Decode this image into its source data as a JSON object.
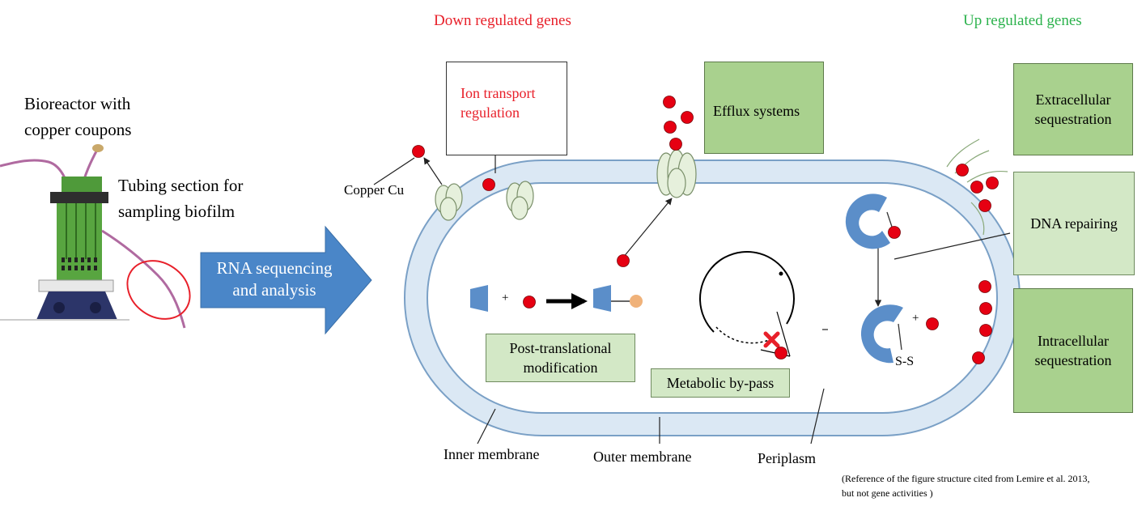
{
  "headers": {
    "down": "Down regulated genes",
    "up": "Up regulated genes"
  },
  "setup": {
    "bioreactor": [
      "Bioreactor with",
      "copper coupons"
    ],
    "tubing": [
      "Tubing section for",
      "sampling biofilm"
    ]
  },
  "process_arrow": [
    "RNA sequencing",
    "and analysis"
  ],
  "labels": {
    "copper": "Copper Cu",
    "inner_membrane": "Inner membrane",
    "outer_membrane": "Outer membrane",
    "periplasm": "Periplasm",
    "disulfide": "S-S",
    "plus": "+"
  },
  "down_boxes": {
    "ion_transport": [
      "Ion transport",
      "regulation"
    ]
  },
  "up_boxes": {
    "efflux": "Efflux systems",
    "extracellular": [
      "Extracellular",
      "sequestration"
    ],
    "dna_repair": "DNA repairing",
    "intracellular": [
      "Intracellular",
      "sequestration"
    ]
  },
  "inner_boxes": {
    "post_translational": [
      "Post-translational",
      "modification"
    ],
    "metabolic": "Metabolic by-pass"
  },
  "reference": [
    "(Reference of the figure structure cited from Lemire et al. 2013,",
    "but not gene activities )"
  ],
  "colors": {
    "down_text": "#e8202a",
    "up_text": "#2bb24c",
    "copper_ion": "#e60012",
    "membrane_fill": "#dbe8f4",
    "membrane_stroke": "#7aa0c6",
    "protein_blue": "#5b8ec9",
    "process_arrow": "#4a86c8"
  }
}
